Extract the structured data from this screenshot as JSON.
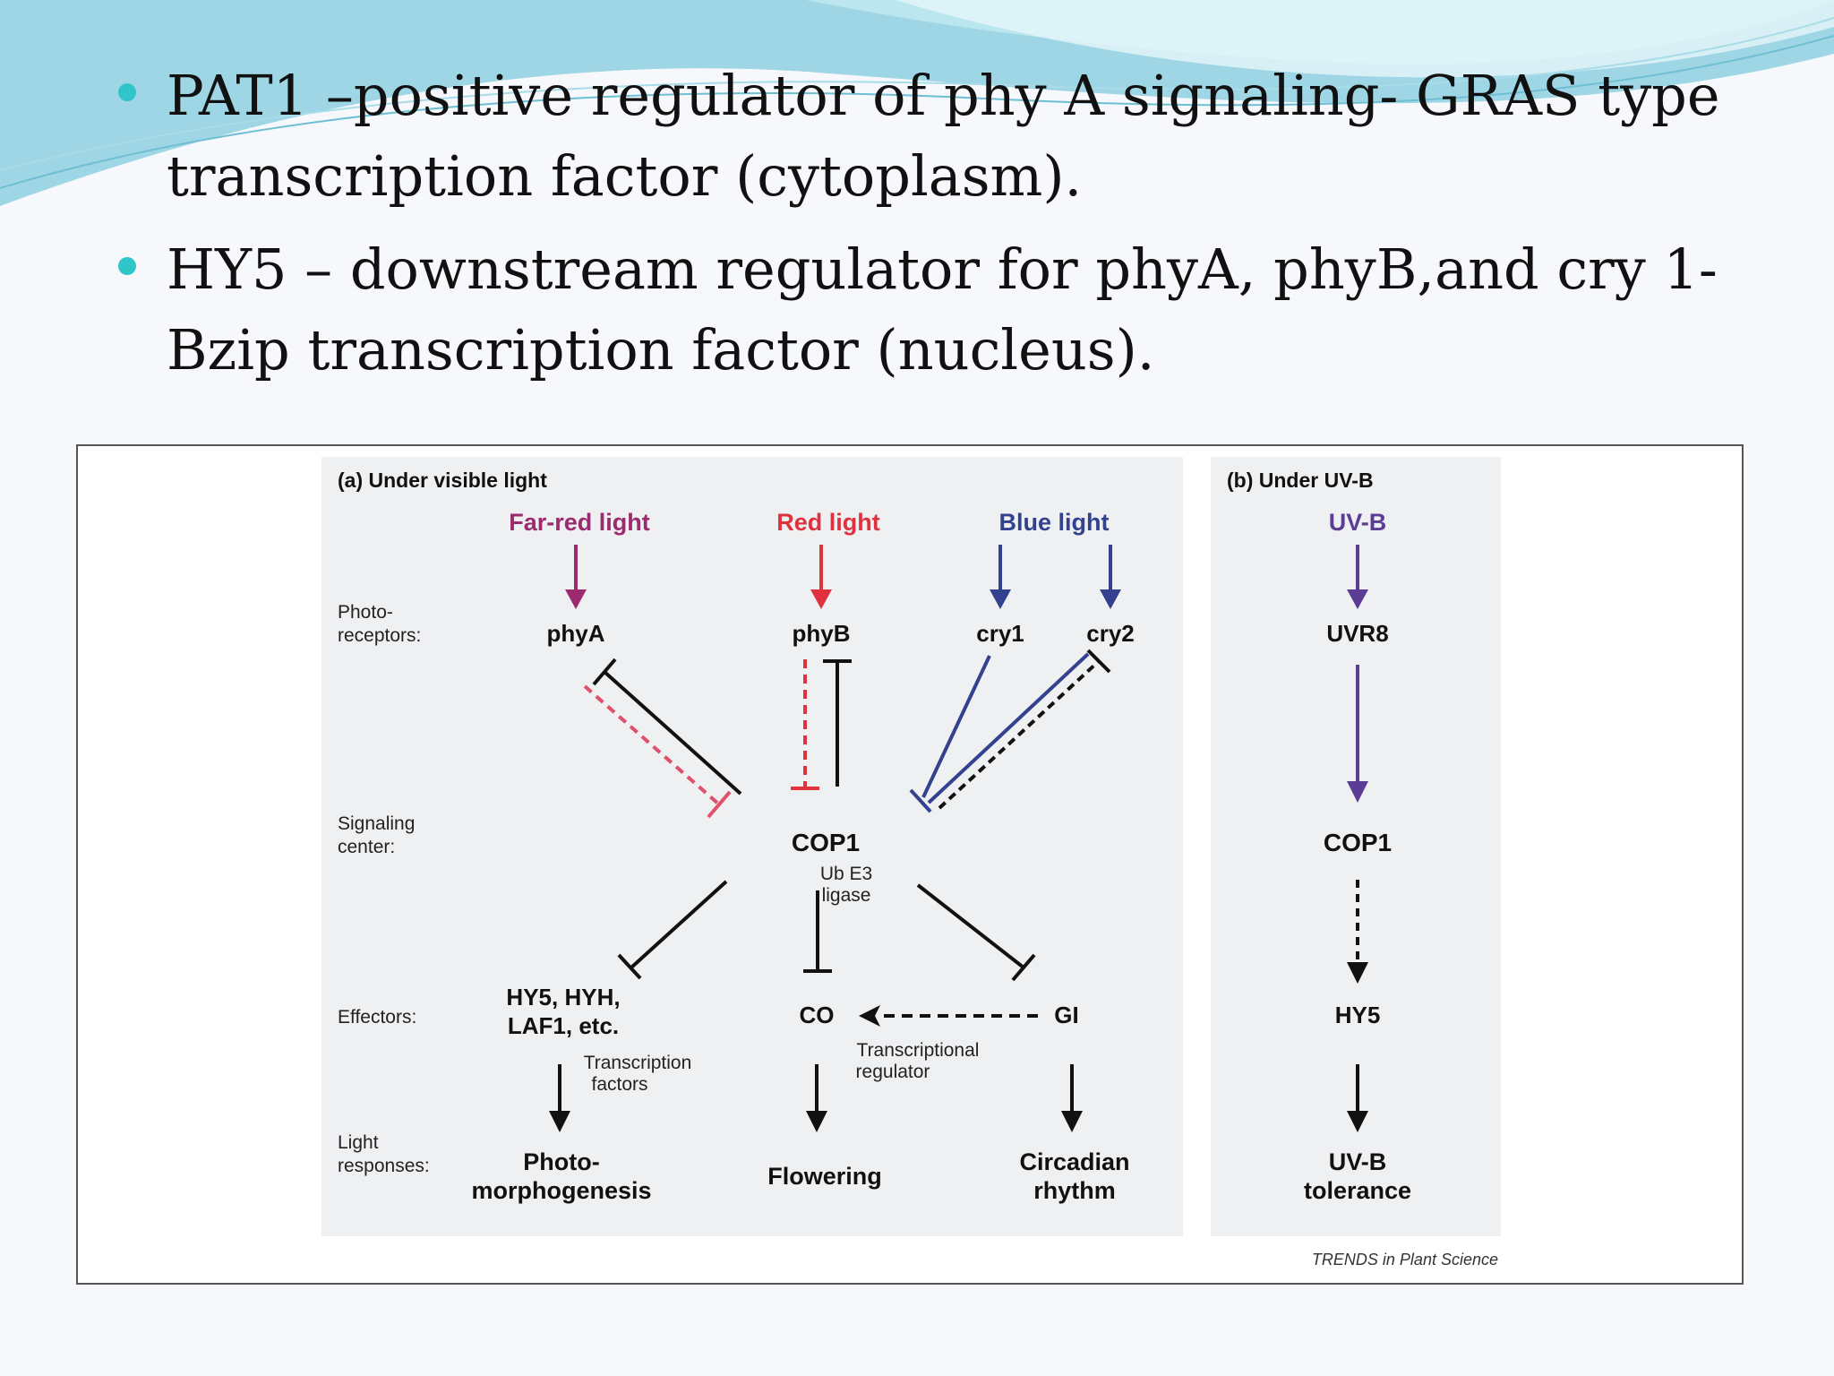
{
  "slide": {
    "bullets": [
      {
        "line1": "PAT1 –positive regulator of phy A signaling- GRAS type",
        "line2": "transcription factor (cytoplasm)."
      },
      {
        "line1": "HY5 – downstream regulator for phyA, phyB,and cry 1-",
        "line2": "Bzip transcription factor (nucleus)."
      }
    ],
    "colors": {
      "bullet": "#2fc5c9",
      "wave_dark": "#7fc6dc",
      "wave_light": "#bfe6ee"
    }
  },
  "figure": {
    "panel_a_title": "(a) Under visible light",
    "panel_b_title": "(b) Under UV-B",
    "lights": {
      "far_red": "Far-red light",
      "red": "Red light",
      "blue": "Blue light",
      "uvb": "UV-B"
    },
    "row_labels": {
      "photo_1": "Photo-",
      "photo_2": "receptors:",
      "signal_1": "Signaling",
      "signal_2": "center:",
      "effectors": "Effectors:",
      "light_1": "Light",
      "light_2": "responses:"
    },
    "photoreceptors": {
      "phyA": "phyA",
      "phyB": "phyB",
      "cry1": "cry1",
      "cry2": "cry2",
      "uvr8": "UVR8"
    },
    "signaling": {
      "cop1": "COP1",
      "cop1_b": "COP1",
      "ub_1": "Ub E3",
      "ub_2": "ligase"
    },
    "effectors": {
      "hy5_1": "HY5, HYH,",
      "hy5_2": "LAF1, etc.",
      "co": "CO",
      "gi": "GI",
      "hy5_b": "HY5",
      "tf_1": "Transcription",
      "tf_2": "factors",
      "treg_1": "Transcriptional",
      "treg_2": "regulator"
    },
    "responses": {
      "photo_1": "Photo-",
      "photo_2": "morphogenesis",
      "flowering": "Flowering",
      "circ_1": "Circadian",
      "circ_2": "rhythm",
      "uvb_1": "UV-B",
      "uvb_2": "tolerance"
    },
    "credit": "TRENDS in Plant Science",
    "colors": {
      "far_red": "#9b2a6e",
      "red": "#e0323e",
      "blue": "#33418e",
      "uvb": "#5b3d96",
      "panel_bg": "#eef0f2",
      "black": "#111111"
    }
  }
}
